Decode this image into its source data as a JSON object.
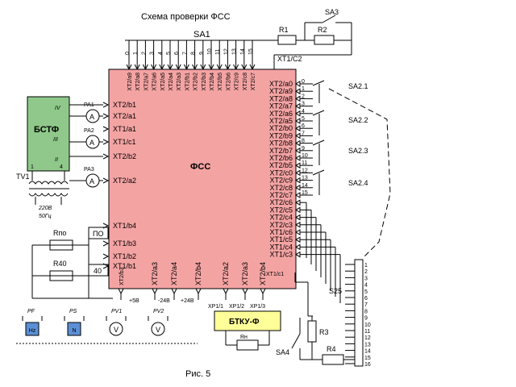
{
  "title": "Схема проверки ФСС",
  "caption": "Рис. 5",
  "main_block": {
    "label": "ФСС",
    "color": "#f4a3a3"
  },
  "bstf": {
    "label": "БСТФ",
    "color": "#8fc88a",
    "roman": [
      "IV",
      "III",
      "II"
    ],
    "pin1": "1",
    "pin4": "4"
  },
  "btku": {
    "label": "БТКУ-Ф",
    "color": "#ffff99",
    "rn": "Rн",
    "ports": [
      "XP1/1",
      "XP1/2",
      "XP1/3"
    ]
  },
  "transformer": {
    "label": "TV1",
    "voltage": "220В",
    "freq": "50Гц"
  },
  "sa1": "SA1",
  "sa3": "SA3",
  "r1": "R1",
  "r2": "R2",
  "r3": "R3",
  "r4": "R4",
  "sa4": "SA4",
  "s25": "S25",
  "rpo": "Rпо",
  "r40": "R40",
  "po": "ПО",
  "forty": "40",
  "xt1c2": "XT1/C2",
  "sa1_numbers": [
    "0",
    "1",
    "2",
    "3",
    "4",
    "5",
    "6",
    "7",
    "8",
    "9",
    "10",
    "11",
    "12",
    "13",
    "14",
    "15"
  ],
  "top_pins": [
    "XT2/a9",
    "XT2/a8",
    "XT2/a7",
    "XT2/a6",
    "XT2/a5",
    "XT2/a4",
    "XT2/a3",
    "XT2/b1",
    "XT2/b2",
    "XT2/b3",
    "XT2/b4",
    "XT2/b5",
    "XT2/b6",
    "XT2/c9",
    "XT2/c8",
    "XT2/c7"
  ],
  "left_pins": [
    "XT2/b1",
    "XT2/a1",
    "XT1/a1",
    "XT1/c1",
    "XT2/b2",
    "XT2/a2",
    "XT1/b4",
    "XT1/b3",
    "XT1/b2",
    "XT1/b1"
  ],
  "right_pins": [
    "XT2/a0",
    "XT2/a9",
    "XT2/a8",
    "XT2/a7",
    "XT2/a6",
    "XT2/a5",
    "XT2/b0",
    "XT2/b9",
    "XT2/b8",
    "XT2/b7",
    "XT2/b6",
    "XT2/b5",
    "XT2/c0",
    "XT2/c9",
    "XT2/c8",
    "XT2/c7",
    "XT2/c6",
    "XT2/c5",
    "XT2/c4",
    "XT2/c3",
    "XT1/c6",
    "XT1/c5",
    "XT1/c4",
    "XT1/c3"
  ],
  "bottom_pins": [
    "XT2/b3",
    "XT2/a3",
    "XT2/a4",
    "XT2/b4",
    "XT2/a2",
    "XT2/a3",
    "XT2/b4",
    "XT1/c1"
  ],
  "meters_left": [
    "PA1",
    "PA2",
    "PA3"
  ],
  "meter_symbol": "A",
  "sa2_numbers": [
    "0",
    "1",
    "2",
    "3",
    "4",
    "5",
    "6",
    "7",
    "8",
    "9",
    "10",
    "11",
    "12",
    "13",
    "14",
    "15"
  ],
  "sa2_labels": [
    "SA2.1",
    "SA2.2",
    "SA2.3",
    "SA2.4"
  ],
  "s25_numbers": [
    "1",
    "2",
    "3",
    "4",
    "5",
    "6",
    "7",
    "8",
    "9",
    "10",
    "11",
    "12",
    "13",
    "14",
    "15",
    "16"
  ],
  "supplies": [
    "+5В",
    "-24В",
    "+24В"
  ],
  "instruments": [
    {
      "name": "PF",
      "symbol": "Hz"
    },
    {
      "name": "PS",
      "symbol": "N"
    },
    {
      "name": "PV1",
      "symbol": "V"
    },
    {
      "name": "PV2",
      "symbol": "V"
    }
  ]
}
